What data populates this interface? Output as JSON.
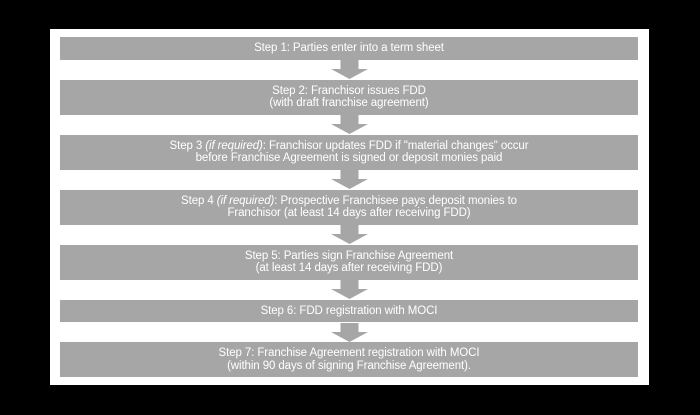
{
  "diagram": {
    "background_color": "#000000",
    "panel_color": "#ffffff",
    "box_color": "#a6a6a6",
    "arrow_color": "#a6a6a6",
    "text_color": "#ffffff",
    "steps": [
      {
        "lines": [
          [
            {
              "t": "Step 1: Parties enter into a term sheet"
            }
          ]
        ]
      },
      {
        "lines": [
          [
            {
              "t": "Step 2: Franchisor issues FDD"
            }
          ],
          [
            {
              "t": "(with draft franchise agreement)"
            }
          ]
        ]
      },
      {
        "lines": [
          [
            {
              "t": "Step 3 "
            },
            {
              "t": "(if required)",
              "i": true
            },
            {
              "t": ": Franchisor updates FDD if \"material changes\" occur"
            }
          ],
          [
            {
              "t": "before Franchise Agreement is signed or deposit monies paid"
            }
          ]
        ]
      },
      {
        "lines": [
          [
            {
              "t": "Step 4 "
            },
            {
              "t": "(if required)",
              "i": true
            },
            {
              "t": ": Prospective Franchisee pays deposit monies to"
            }
          ],
          [
            {
              "t": "Franchisor (at least 14 days after receiving FDD)"
            }
          ]
        ]
      },
      {
        "lines": [
          [
            {
              "t": "Step 5: Parties sign Franchise Agreement"
            }
          ],
          [
            {
              "t": "(at least 14 days after receiving FDD)"
            }
          ]
        ]
      },
      {
        "lines": [
          [
            {
              "t": "Step 6: FDD registration with MOCI"
            }
          ]
        ]
      },
      {
        "lines": [
          [
            {
              "t": "Step 7: Franchise Agreement registration with MOCI"
            }
          ],
          [
            {
              "t": "(within 90 days of signing Franchise Agreement)."
            }
          ]
        ]
      }
    ]
  }
}
